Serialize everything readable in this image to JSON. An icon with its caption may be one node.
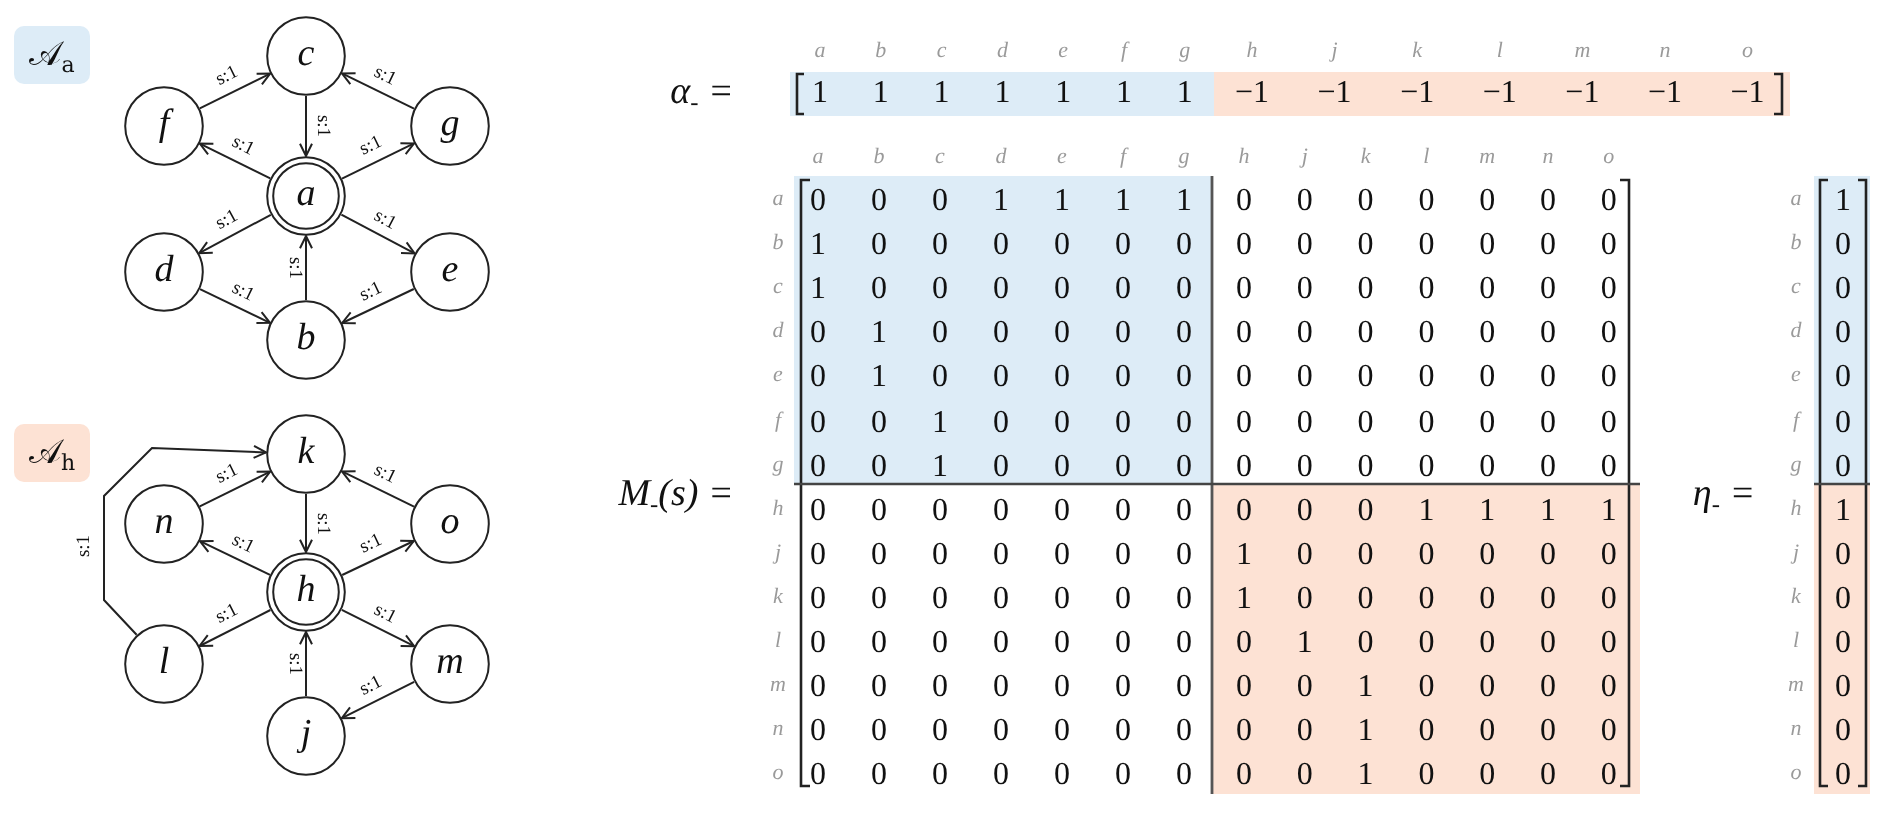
{
  "diagram": {
    "nodes": [
      {
        "text": [
          "𝒜$_{a}$"
        ]
      },
      {
        "text": [
          "c"
        ]
      },
      {
        "text": [
          "f"
        ]
      },
      {
        "text": [
          "g"
        ]
      },
      {
        "text": [
          "a"
        ]
      },
      {
        "text": [
          "d"
        ]
      },
      {
        "text": [
          "e"
        ]
      },
      {
        "text": [
          "b"
        ]
      },
      {
        "text": [
          "𝒜$_{h}$"
        ]
      },
      {
        "text": [
          "k"
        ]
      },
      {
        "text": [
          "n"
        ]
      },
      {
        "text": [
          "o"
        ]
      },
      {
        "text": [
          "h"
        ]
      },
      {
        "text": [
          "l"
        ]
      },
      {
        "text": [
          "m"
        ]
      },
      {
        "text": [
          "j"
        ]
      }
    ],
    "edges": [
      {
        "from": 2,
        "to": 1,
        "arrow": "to",
        "label": "s:1"
      },
      {
        "from": 3,
        "to": 1,
        "arrow": "to",
        "label": "s:1"
      },
      {
        "from": 1,
        "to": 4,
        "arrow": "to",
        "label": "s:1"
      },
      {
        "from": 4,
        "to": 2,
        "arrow": "to",
        "label": "s:1"
      },
      {
        "from": 4,
        "to": 3,
        "arrow": "to",
        "label": "s:1"
      },
      {
        "from": 4,
        "to": 5,
        "arrow": "to",
        "label": "s:1"
      },
      {
        "from": 4,
        "to": 6,
        "arrow": "to",
        "label": "s:1"
      },
      {
        "from": 7,
        "to": 4,
        "arrow": "to",
        "label": "s:1"
      },
      {
        "from": 5,
        "to": 7,
        "arrow": "to",
        "label": "s:1"
      },
      {
        "from": 6,
        "to": 7,
        "arrow": "to",
        "label": "s:1"
      },
      {
        "from": 13,
        "to": 9,
        "arrow": "to",
        "label": "s:1"
      },
      {
        "from": 10,
        "to": 9,
        "arrow": "to",
        "label": "s:1"
      },
      {
        "from": 11,
        "to": 9,
        "arrow": "to",
        "label": "s:1"
      },
      {
        "from": 9,
        "to": 12,
        "arrow": "to",
        "label": "s:1"
      },
      {
        "from": 12,
        "to": 10,
        "arrow": "to",
        "label": "s:1"
      },
      {
        "from": 12,
        "to": 11,
        "arrow": "to",
        "label": "s:1"
      },
      {
        "from": 12,
        "to": 13,
        "arrow": "to",
        "label": "s:1"
      },
      {
        "from": 12,
        "to": 14,
        "arrow": "to",
        "label": "s:1"
      },
      {
        "from": 15,
        "to": 12,
        "arrow": "to",
        "label": "s:1"
      },
      {
        "from": 14,
        "to": 15,
        "arrow": "to",
        "label": "s:1"
      }
    ],
    "labels": [
      "α$_{-}$ =",
      "a",
      "b",
      "c",
      "d",
      "e",
      "f",
      "g",
      "h",
      "j",
      "k",
      "l",
      "m",
      "n",
      "o",
      "1",
      "1",
      "1",
      "1",
      "1",
      "1",
      "1",
      "−1",
      "−1",
      "−1",
      "−1",
      "−1",
      "−1",
      "−1",
      "a",
      "b",
      "c",
      "d",
      "e",
      "f",
      "g",
      "h",
      "j",
      "k",
      "l",
      "m",
      "n",
      "o",
      "M$_{-}$(s) =",
      "a",
      "0",
      "0",
      "0",
      "1",
      "1",
      "1",
      "1",
      "0",
      "0",
      "0",
      "0",
      "0",
      "0",
      "0",
      "b",
      "1",
      "0",
      "0",
      "0",
      "0",
      "0",
      "0",
      "0",
      "0",
      "0",
      "0",
      "0",
      "0",
      "0",
      "c",
      "1",
      "0",
      "0",
      "0",
      "0",
      "0",
      "0",
      "0",
      "0",
      "0",
      "0",
      "0",
      "0",
      "0",
      "d",
      "0",
      "1",
      "0",
      "0",
      "0",
      "0",
      "0",
      "0",
      "0",
      "0",
      "0",
      "0",
      "0",
      "0",
      "e",
      "0",
      "1",
      "0",
      "0",
      "0",
      "0",
      "0",
      "0",
      "0",
      "0",
      "0",
      "0",
      "0",
      "0",
      "f",
      "0",
      "0",
      "1",
      "0",
      "0",
      "0",
      "0",
      "0",
      "0",
      "0",
      "0",
      "0",
      "0",
      "0",
      "g",
      "0",
      "0",
      "1",
      "0",
      "0",
      "0",
      "0",
      "0",
      "0",
      "0",
      "0",
      "0",
      "0",
      "0",
      "h",
      "0",
      "0",
      "0",
      "0",
      "0",
      "0",
      "0",
      "0",
      "0",
      "0",
      "1",
      "1",
      "1",
      "1",
      "j",
      "0",
      "0",
      "0",
      "0",
      "0",
      "0",
      "0",
      "1",
      "0",
      "0",
      "0",
      "0",
      "0",
      "0",
      "k",
      "0",
      "0",
      "0",
      "0",
      "0",
      "0",
      "0",
      "1",
      "0",
      "0",
      "0",
      "0",
      "0",
      "0",
      "l",
      "0",
      "0",
      "0",
      "0",
      "0",
      "0",
      "0",
      "0",
      "1",
      "0",
      "0",
      "0",
      "0",
      "0",
      "m",
      "0",
      "0",
      "0",
      "0",
      "0",
      "0",
      "0",
      "0",
      "0",
      "1",
      "0",
      "0",
      "0",
      "0",
      "n",
      "0",
      "0",
      "0",
      "0",
      "0",
      "0",
      "0",
      "0",
      "0",
      "1",
      "0",
      "0",
      "0",
      "0",
      "o",
      "0",
      "0",
      "0",
      "0",
      "0",
      "0",
      "0",
      "0",
      "0",
      "1",
      "0",
      "0",
      "0",
      "0",
      "η$_{-}$ =",
      "a",
      "1",
      "b",
      "0",
      "c",
      "0",
      "d",
      "0",
      "e",
      "0",
      "f",
      "0",
      "g",
      "0",
      "h",
      "1",
      "j",
      "0",
      "k",
      "0",
      "l",
      "0",
      "m",
      "0",
      "n",
      "0",
      "o",
      "0"
    ]
  }
}
